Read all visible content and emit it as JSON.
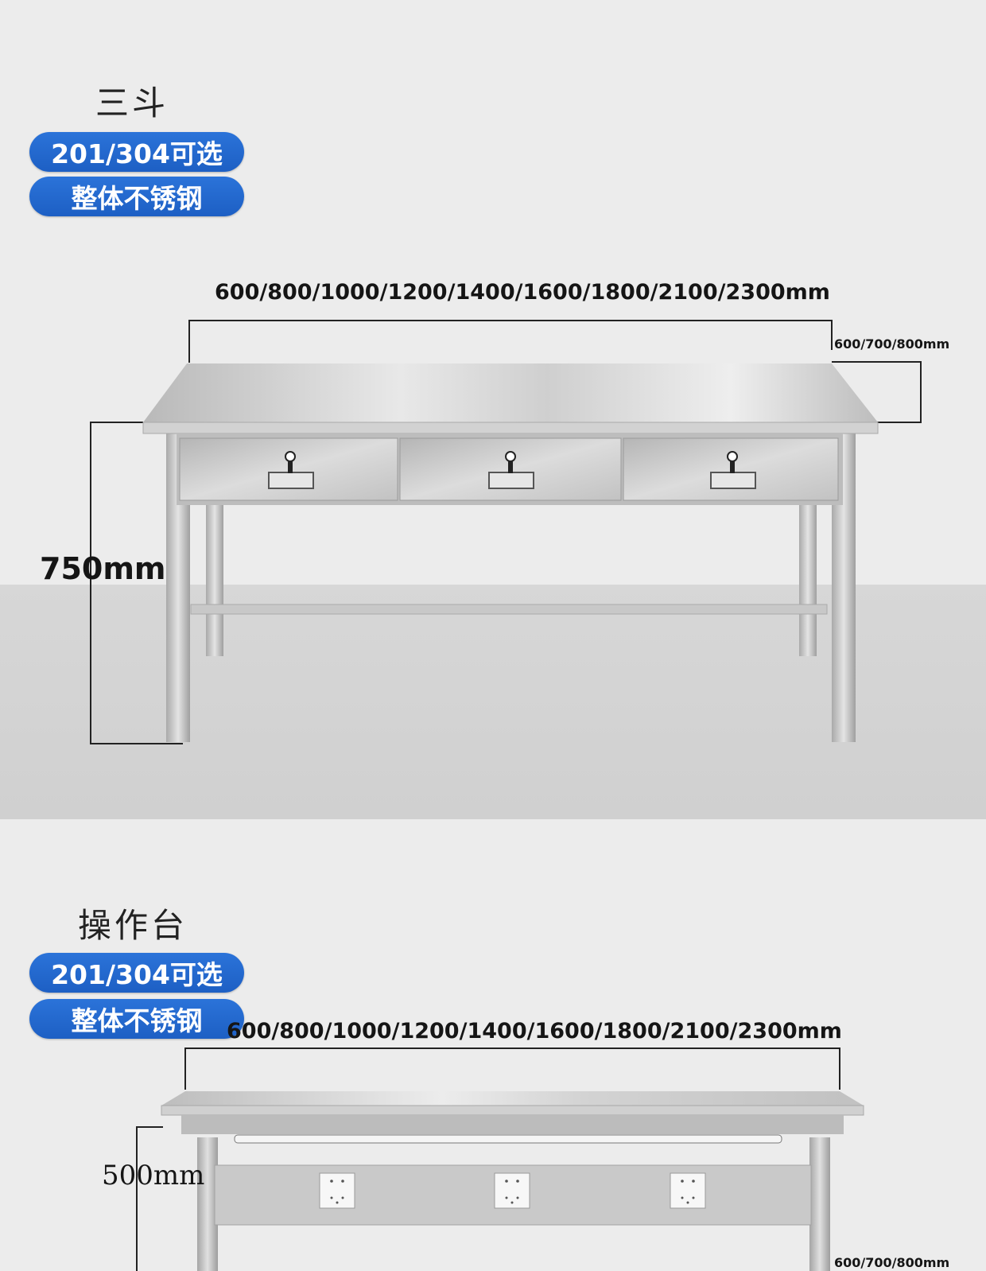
{
  "sections": [
    {
      "title": "三斗",
      "badges": [
        "201/304可选",
        "整体不锈钢"
      ],
      "width_label": "600/800/1000/1200/1400/1600/1800/2100/2300mm",
      "depth_label": "600/700/800mm",
      "height_label": "750mm",
      "drawer_count": 3
    },
    {
      "title": "操作台",
      "badges": [
        "201/304可选",
        "整体不锈钢"
      ],
      "width_label": "600/800/1000/1200/1400/1600/1800/2100/2300mm",
      "depth_label": "600/700/800mm",
      "height_label": "500mm",
      "socket_count": 3
    }
  ],
  "colors": {
    "badge_blue": "#1f63c9",
    "background": "#ececec",
    "steel": "#c4c4c4"
  },
  "icons": [
    "lock-icon",
    "power-socket-icon"
  ]
}
